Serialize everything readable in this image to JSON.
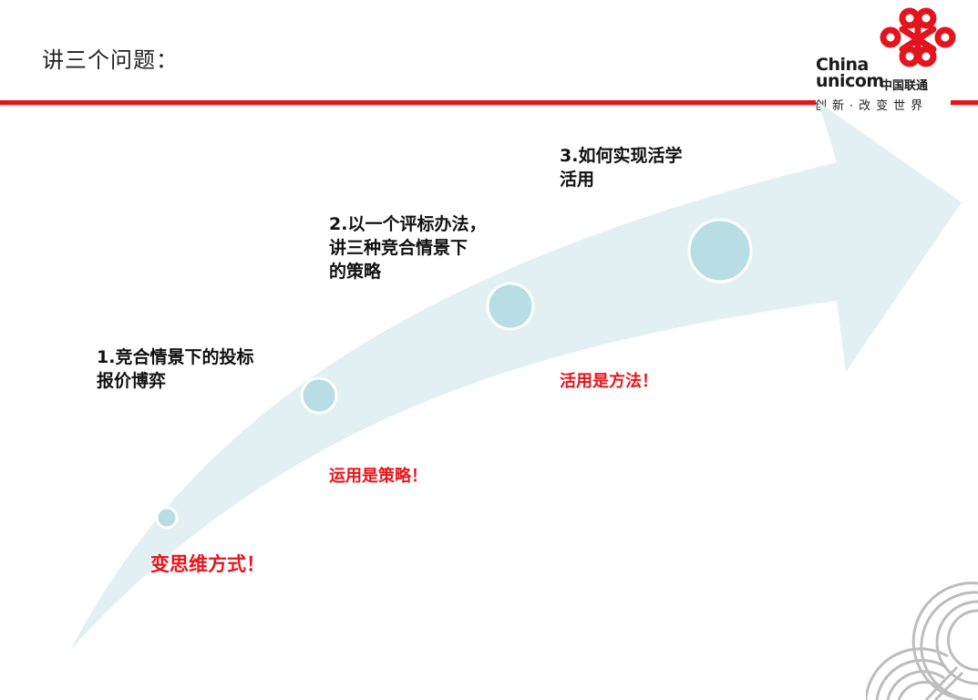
{
  "slide": {
    "title": "讲三个问题："
  },
  "logo": {
    "name_en_line1": "China",
    "name_en_line2": "unicom",
    "name_cn": "中国联通",
    "slogan": "创新·改变世界"
  },
  "steps": [
    {
      "label": "1.竞合情景下的投标报价博弈",
      "lines": [
        "1.竞合情景下的投标",
        "报价博弈"
      ]
    },
    {
      "label": "2.以一个评标办法，讲三种竞合情景下的策略",
      "lines": [
        "2.以一个评标办法，",
        "讲三种竞合情景下",
        "的策略"
      ]
    },
    {
      "label": "3.如何实现活学活用",
      "lines": [
        "3.如何实现活学",
        "活用"
      ]
    }
  ],
  "taglines": [
    "变思维方式！",
    "运用是策略！",
    "活用是方法！"
  ],
  "colors": {
    "accent_red": "#e3141b",
    "tag_red": "#e8141b",
    "arrow_fill": "#e2f0f3",
    "circle_fill": "#b8dde3",
    "decor_gray": "#bdbdbd"
  }
}
